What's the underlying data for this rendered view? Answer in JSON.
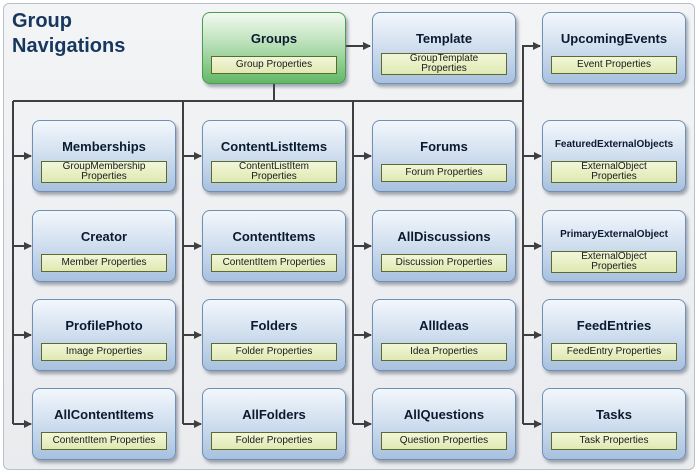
{
  "title": [
    "Group",
    "Navigations"
  ],
  "root": {
    "name": "Groups",
    "props": "Group Properties"
  },
  "top": [
    {
      "name": "Template",
      "props": "GroupTemplate\nProperties"
    },
    {
      "name": "UpcomingEvents",
      "props": "Event Properties"
    }
  ],
  "columns": [
    [
      {
        "name": "Memberships",
        "props": "GroupMembership\nProperties"
      },
      {
        "name": "Creator",
        "props": "Member Properties"
      },
      {
        "name": "ProfilePhoto",
        "props": "Image Properties"
      },
      {
        "name": "AllContentItems",
        "props": "ContentItem Properties"
      }
    ],
    [
      {
        "name": "ContentListItems",
        "props": "ContentListItem\nProperties"
      },
      {
        "name": "ContentItems",
        "props": "ContentItem Properties"
      },
      {
        "name": "Folders",
        "props": "Folder Properties"
      },
      {
        "name": "AllFolders",
        "props": "Folder Properties"
      }
    ],
    [
      {
        "name": "Forums",
        "props": "Forum Properties"
      },
      {
        "name": "AllDiscussions",
        "props": "Discussion Properties"
      },
      {
        "name": "AllIdeas",
        "props": "Idea Properties"
      },
      {
        "name": "AllQuestions",
        "props": "Question Properties"
      }
    ],
    [
      {
        "name": "FeaturedExternalObjects",
        "props": "ExternalObject\nProperties"
      },
      {
        "name": "PrimaryExternalObject",
        "props": "ExternalObject\nProperties"
      },
      {
        "name": "FeedEntries",
        "props": "FeedEntry Properties"
      },
      {
        "name": "Tasks",
        "props": "Task Properties"
      }
    ]
  ],
  "colors": {
    "wire": "#3f3f3f",
    "node_border": "#6f8fb4",
    "root_fill": "#62b866",
    "props_fill": "#dfe9b2",
    "title": "#17375e"
  }
}
